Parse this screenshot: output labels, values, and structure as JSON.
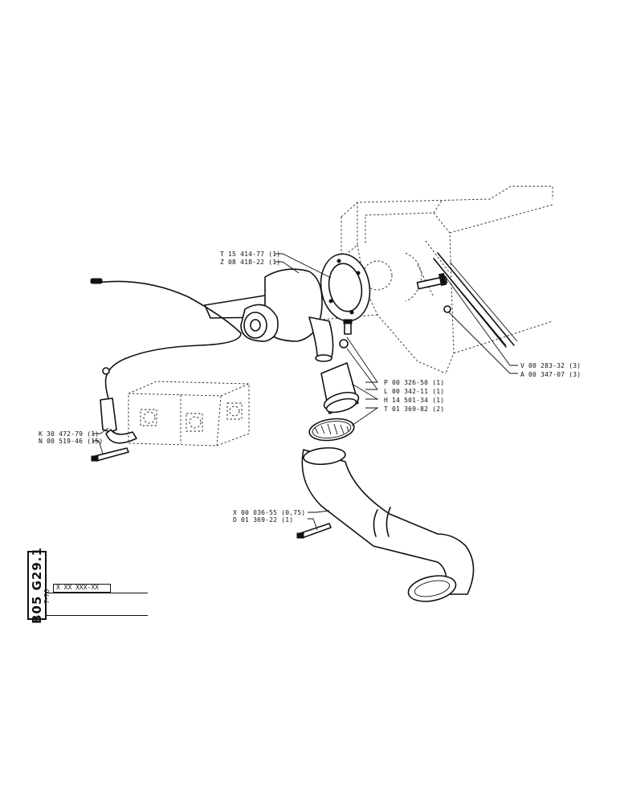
{
  "document": {
    "code": "B05 G29.1",
    "reference": "X XX XXX-XX",
    "date": "7-76"
  },
  "callouts": {
    "t_15_414": "T 15 414-77 (1)",
    "z_08_418": "Z 08 418-22 (1)",
    "v_00_283": "V 00 283-32 (3)",
    "a_00_347": "A 00 347-07 (3)",
    "p_00_326": "P 00 326-50 (1)",
    "l_00_342": "L 00 342-11 (1)",
    "h_14_501": "H 14 501-34 (1)",
    "t_01_369": "T 01 369-82 (2)",
    "k_30_472": "K 30 472-79 (1)",
    "n_00_519": "N 00 519-46 (15)",
    "x_00_036": "X 00 036-55 (0,75)",
    "d_01_369": "D 01 369-22 (1)"
  }
}
